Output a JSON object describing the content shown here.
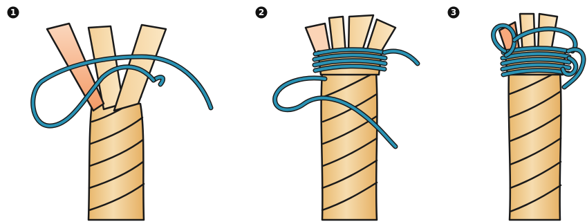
{
  "steps": [
    {
      "number": "1"
    },
    {
      "number": "2"
    },
    {
      "number": "3"
    }
  ],
  "colors": {
    "rope_light": "#f6dcae",
    "rope_dark": "#e9b86d",
    "strand_highlight": "#f7a97c",
    "cord": "#2a93b5",
    "outline": "#1a1a1a",
    "badge": "#111111"
  },
  "icons": {
    "badge": "filled-circle-number",
    "rope": "three-strand-twisted-rope",
    "cord": "whipping-twine"
  }
}
